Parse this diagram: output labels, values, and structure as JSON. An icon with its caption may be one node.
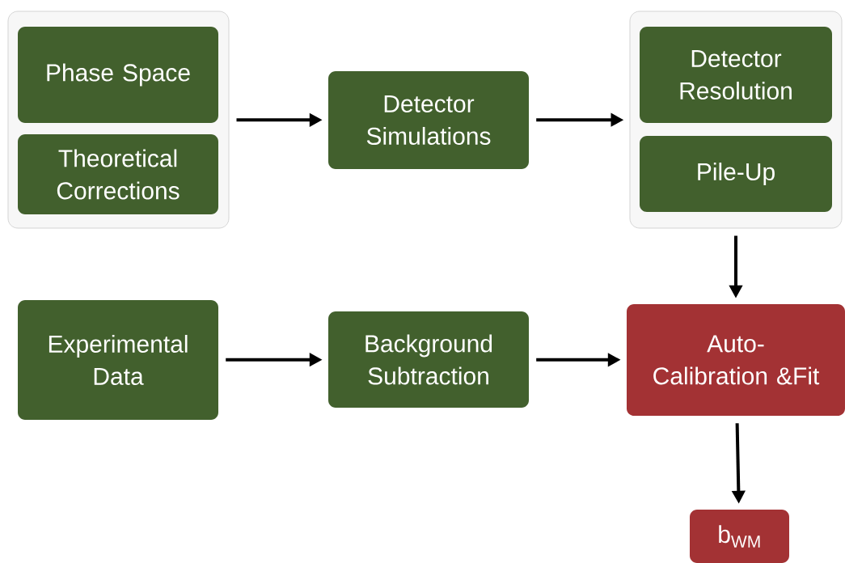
{
  "diagram": {
    "nodes": [
      {
        "text": [],
        "shape": "box"
      },
      {
        "text": [
          "Phase Space"
        ],
        "in": 0
      },
      {
        "text": [
          "Theoretical Corrections"
        ],
        "in": 0
      },
      {
        "text": [
          "Detector Simulations"
        ]
      },
      {
        "text": [],
        "shape": "box"
      },
      {
        "text": [
          "Detector Resolution"
        ],
        "in": 4
      },
      {
        "text": [
          "Pile-Up"
        ],
        "in": 4
      },
      {
        "text": [
          "Experimental Data"
        ]
      },
      {
        "text": [
          "Background Subtraction"
        ]
      },
      {
        "text": [
          "Auto-Calibration &Fit"
        ]
      },
      {
        "text": [
          "b$_{WM}$"
        ]
      }
    ],
    "edges": [
      {
        "from": 0,
        "to": 3,
        "arrow": "to"
      },
      {
        "from": 3,
        "to": 4,
        "arrow": "to"
      },
      {
        "from": 4,
        "to": 9,
        "arrow": "to"
      },
      {
        "from": 7,
        "to": 8,
        "arrow": "to"
      },
      {
        "from": 8,
        "to": 9,
        "arrow": "to"
      },
      {
        "from": 9,
        "to": 10,
        "arrow": "to"
      }
    ]
  }
}
